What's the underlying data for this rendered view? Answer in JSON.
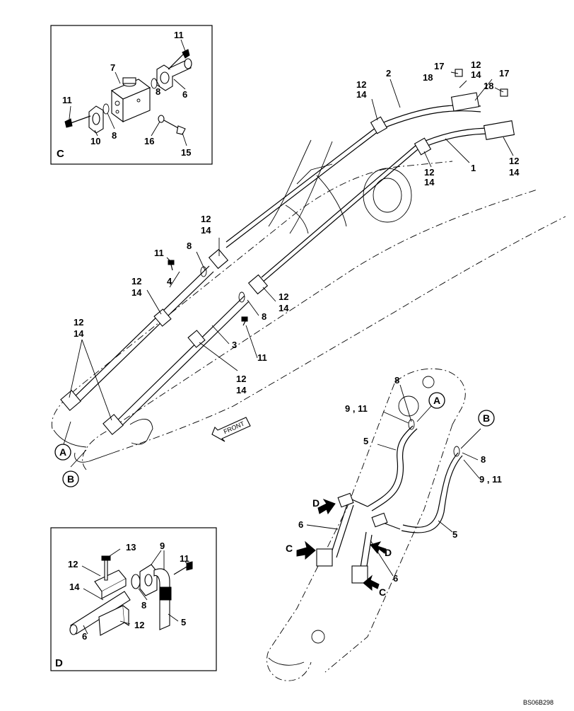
{
  "document_id": "BS06B298",
  "front_label": "FRONT",
  "insets": [
    {
      "letter": "C"
    },
    {
      "letter": "D"
    }
  ],
  "inset_c_labels": [
    "11",
    "7",
    "8",
    "6",
    "11",
    "8",
    "10",
    "16",
    "15"
  ],
  "inset_d_labels": [
    "13",
    "9",
    "11",
    "12",
    "14",
    "8",
    "12",
    "6",
    "5"
  ],
  "main_labels": {
    "hose_1": "1",
    "hose_2": "2",
    "hose_3": "3",
    "hose_4": "4",
    "hose_5a": "5",
    "hose_5b": "5",
    "hose_6a": "6",
    "hose_6b": "6",
    "clamp_12": "12",
    "clamp_14": "14",
    "bolt_11": "11",
    "oring_8": "8",
    "fitting_17": "17",
    "fitting_18": "18",
    "pair_9_11": "9 , 11"
  },
  "circle_callouts": [
    "A",
    "B",
    "A",
    "B"
  ],
  "arrow_callouts": [
    "C",
    "D",
    "C",
    "D"
  ]
}
